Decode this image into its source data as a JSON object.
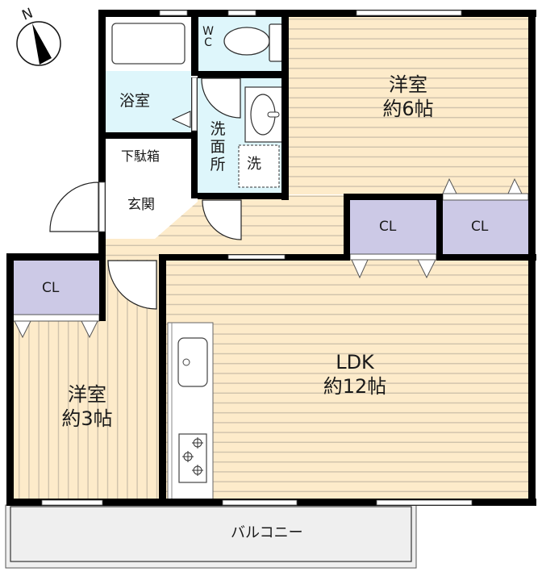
{
  "compass": {
    "label": "N",
    "icon": "north-arrow-icon"
  },
  "rooms": {
    "bathroom": {
      "label": "浴室",
      "fill": "#def6fb"
    },
    "toilet": {
      "label": "WC",
      "fill": "#def6fb"
    },
    "washroom": {
      "label": "洗面所",
      "washer_label": "洗",
      "fill": "#def6fb"
    },
    "shoe_cabinet": {
      "label": "下駄箱"
    },
    "entrance": {
      "label": "玄関"
    },
    "western_room_1": {
      "name": "洋室",
      "size": "約6帖",
      "fill": "#fdebca"
    },
    "western_room_2": {
      "name": "洋室",
      "size": "約3帖",
      "fill": "#fdebca"
    },
    "ldk": {
      "name": "LDK",
      "size": "約12帖",
      "fill": "#fdebca"
    },
    "closets": [
      {
        "label": "CL",
        "fill": "#ccc9e6"
      },
      {
        "label": "CL",
        "fill": "#ccc9e6"
      },
      {
        "label": "CL",
        "fill": "#ccc9e6"
      }
    ],
    "balcony": {
      "label": "バルコニー",
      "fill": "#efefef"
    }
  },
  "colors": {
    "wall": "#000000",
    "floor_line": "#cfc2ab"
  }
}
